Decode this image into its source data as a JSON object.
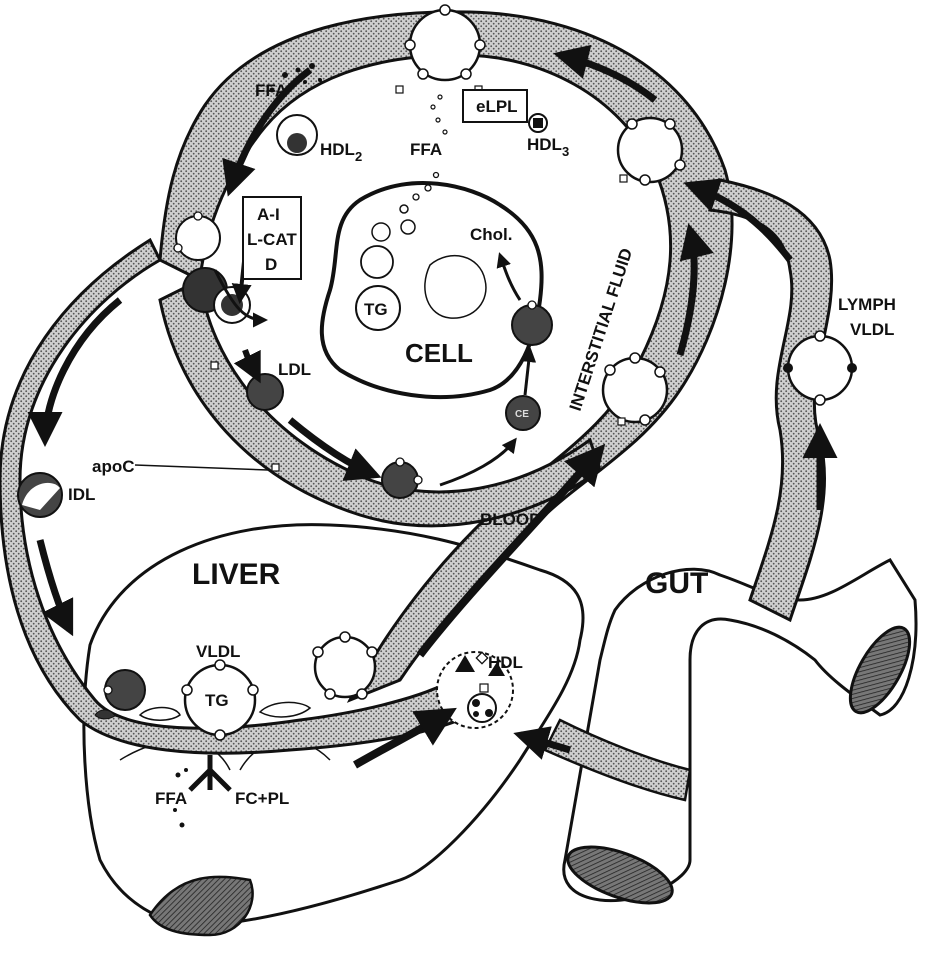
{
  "labels": {
    "ffa_top": "FFA",
    "ffa_cell": "FFA",
    "elpl": "eLPL",
    "hdl2": "HDL",
    "hdl2_sub": "2",
    "hdl3": "HDL",
    "hdl3_sub": "3",
    "interstitial_fluid": "INTERSTITIAL FLUID",
    "box_ai": "A-I",
    "box_lcat": "L-CAT",
    "box_d": "D",
    "chol": "Chol.",
    "tg_cell": "TG",
    "cell": "CELL",
    "lymph": "LYMPH",
    "vldl_lymph": "VLDL",
    "ldl": "LDL",
    "apoc": "apoC",
    "idl": "IDL",
    "blood": "BLOOD",
    "liver": "LIVER",
    "gut": "GUT",
    "vldl_liver": "VLDL",
    "tg_liver": "TG",
    "hdl_liver": "HDL",
    "ffa_liver": "FFA",
    "fc_pl": "FC+PL",
    "ce": "CE"
  },
  "colors": {
    "ink": "#111111",
    "dot_fill": "#9a9a9a",
    "particle_dark": "#555555"
  }
}
